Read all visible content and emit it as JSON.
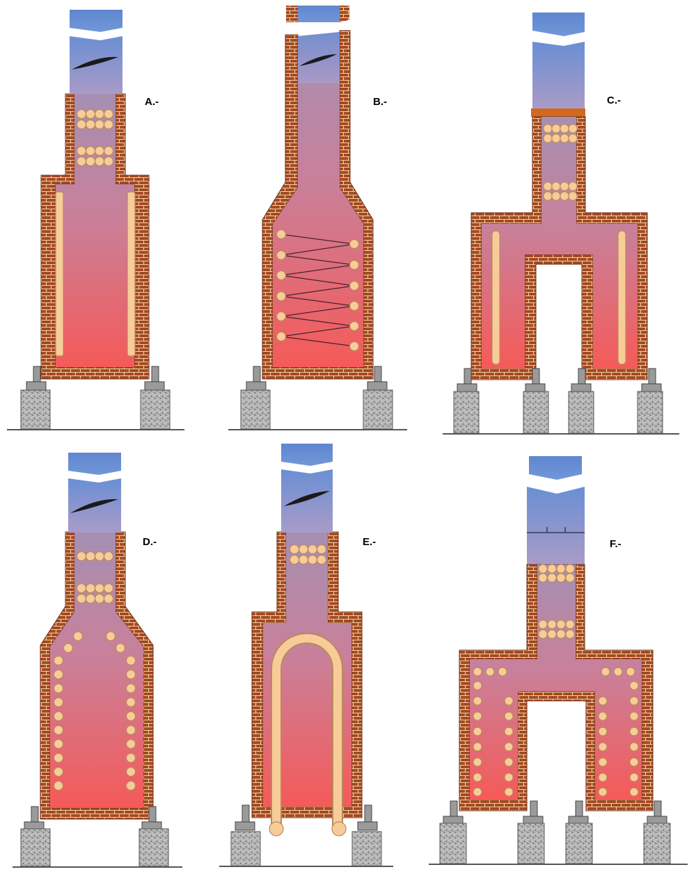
{
  "panels": [
    {
      "id": "A",
      "label": "A.-"
    },
    {
      "id": "B",
      "label": "B.-"
    },
    {
      "id": "C",
      "label": "C.-"
    },
    {
      "id": "D",
      "label": "D.-"
    },
    {
      "id": "E",
      "label": "E.-"
    },
    {
      "id": "F",
      "label": "F.-"
    }
  ],
  "colors": {
    "brick_wall": "#a0451f",
    "brick_mortar": "#f2c9a0",
    "firebox_bottom": "#f55a58",
    "firebox_top": "#b08aa8",
    "stack_top": "#5c85cc",
    "stack_bottom": "#9fa3d5",
    "tube": "#f8cc98",
    "tube_outline": "#b98a5c",
    "damper_plate": "#d2691e",
    "foundation": "#9a9a9a",
    "ground": "#555555"
  }
}
